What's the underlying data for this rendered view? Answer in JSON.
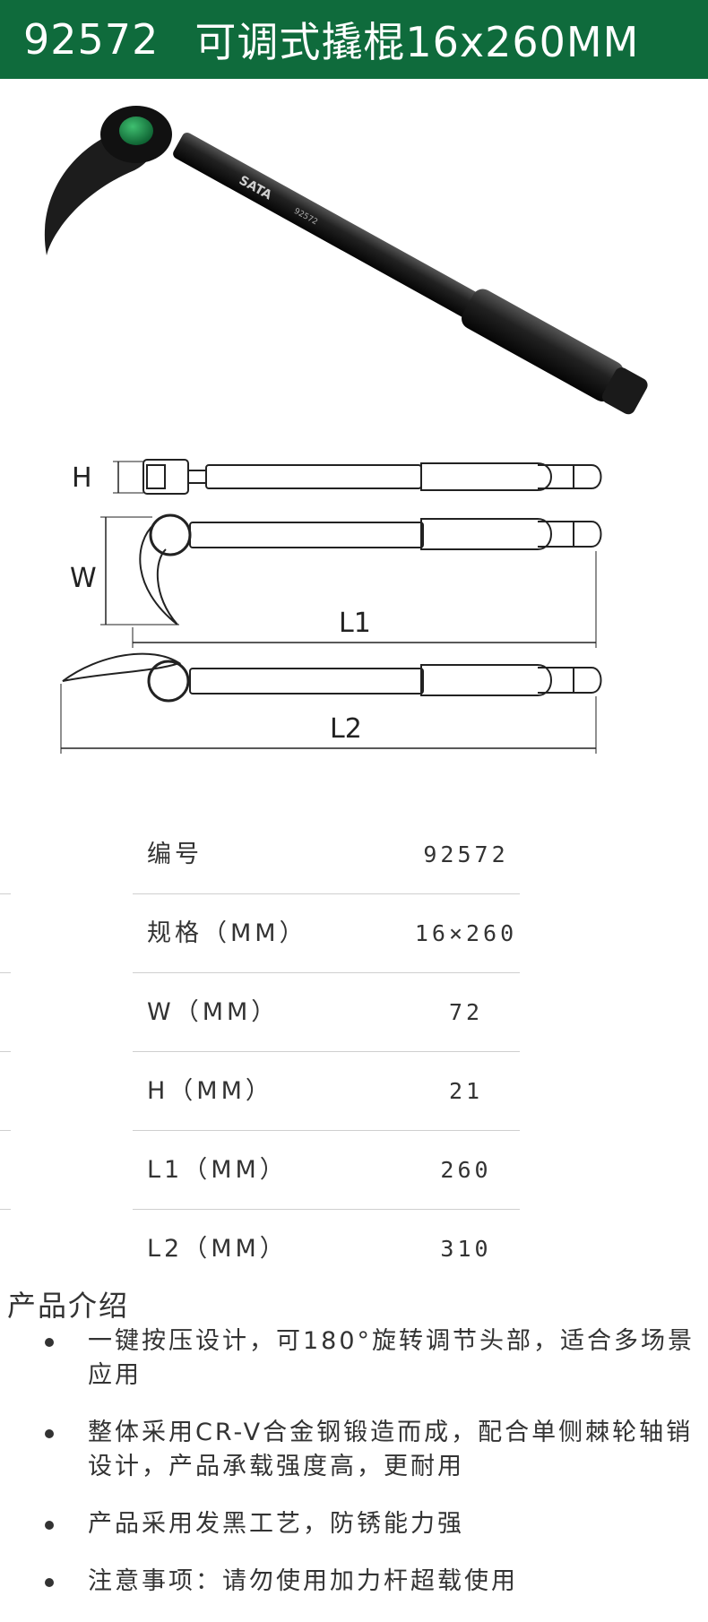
{
  "header": {
    "code": "92572",
    "title": "可调式撬棍16x260MM",
    "background_color": "#0f6b3c"
  },
  "product_photo": {
    "brand": "SATA",
    "marking": "92572"
  },
  "diagram": {
    "labels": {
      "h": "H",
      "w": "W",
      "l1": "L1",
      "l2": "L2"
    }
  },
  "specs": [
    {
      "label": "编号",
      "value": "92572"
    },
    {
      "label": "规格（MM）",
      "value": "16×260"
    },
    {
      "label": "W（MM）",
      "value": "72"
    },
    {
      "label": "H（MM）",
      "value": "21"
    },
    {
      "label": "L1（MM）",
      "value": "260"
    },
    {
      "label": "L2（MM）",
      "value": "310"
    }
  ],
  "intro": {
    "title": "产品介绍",
    "bullets": [
      "一键按压设计，可180°旋转调节头部，适合多场景应用",
      "整体采用CR-V合金钢锻造而成，配合单侧棘轮轴销设计，产品承载强度高，更耐用",
      "产品采用发黑工艺，防锈能力强",
      "注意事项：请勿使用加力杆超载使用"
    ]
  }
}
